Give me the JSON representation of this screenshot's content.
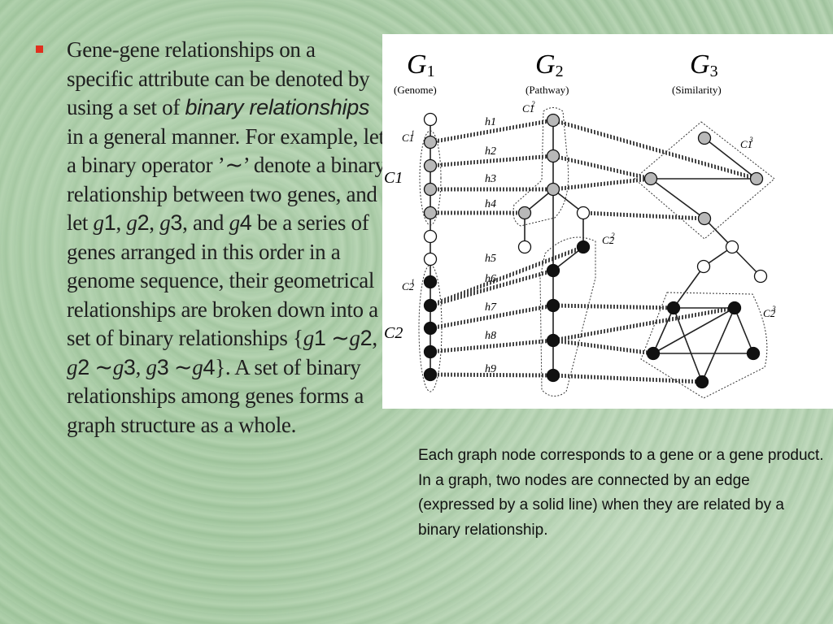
{
  "bullet": {
    "intro": "Gene-gene relationships on a specific attribute can be denoted by using a set of",
    "emphasis": "binary relationships",
    "mid1": "in a general manner. For example, let a binary operator",
    "operator": "’∼’",
    "mid2": "denote a binary relationship between two genes, and let",
    "genes": [
      "g1",
      "g2",
      "g3",
      "g4"
    ],
    "and": "and",
    "mid3": "be a series of genes arranged in this order in a genome sequence, their geometrical relationships are broken down into a set of binary relationships",
    "set": "{g1 ∼g2, g2 ∼g3, g3 ∼g4}.",
    "outro": "A set of binary relationships among genes forms a graph structure as a whole."
  },
  "figure": {
    "graphs": [
      {
        "name": "G1",
        "sub": "(Genome)"
      },
      {
        "name": "G2",
        "sub": "(Pathway)"
      },
      {
        "name": "G3",
        "sub": "(Similarity)"
      }
    ],
    "edge_labels": [
      "h1",
      "h2",
      "h3",
      "h4",
      "h5",
      "h6",
      "h7",
      "h8",
      "h9"
    ],
    "cluster_labels": {
      "C1": "C1",
      "C2": "C2",
      "C1_1": "C1",
      "C1_2": "C1",
      "C2_1": "C2",
      "C2_2": "C2",
      "C3_1": "C1",
      "C3_2": "C2"
    }
  },
  "caption": "Each graph node corresponds to a gene or a gene product. In a graph, two nodes are connected by an edge (expressed by a solid line) when they are related by a binary relationship."
}
